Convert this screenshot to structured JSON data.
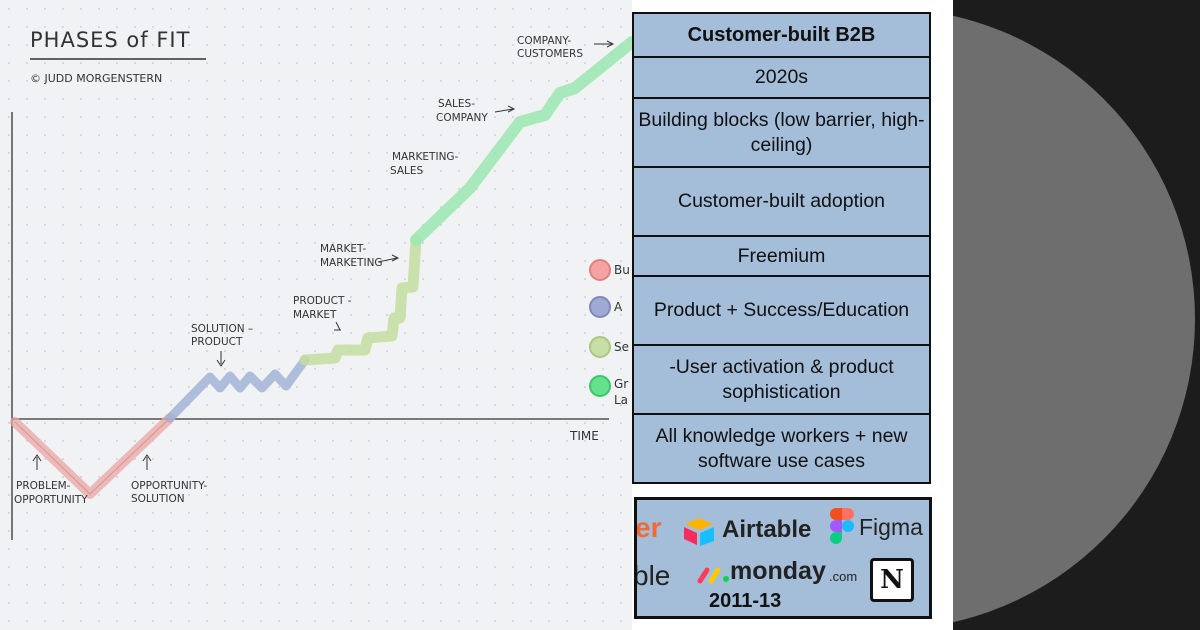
{
  "diagram": {
    "title": "PHASES of FIT",
    "author": "© JUDD MORGENSTERN",
    "axis_time_label": "TIME",
    "labels": {
      "problem_opportunity": [
        "PROBLEM-",
        "OPPORTUNITY"
      ],
      "opportunity_solution": [
        "OPPORTUNITY-",
        "SOLUTION"
      ],
      "solution_product": [
        "SOLUTION –",
        "PRODUCT"
      ],
      "product_market": [
        "PRODUCT -",
        "MARKET"
      ],
      "market_marketing": [
        "MARKET-",
        "MARKETING"
      ],
      "marketing_sales": [
        "MARKETING-",
        "SALES"
      ],
      "sales_company": [
        "SALES-",
        "COMPANY"
      ],
      "company_customers": [
        "COMPANY-",
        "CUSTOMERS"
      ]
    },
    "legend": [
      {
        "text": "Bu",
        "color": "#f2a3a1"
      },
      {
        "text": "A",
        "color": "#9ea9d4"
      },
      {
        "text": "Se",
        "color": "#c7dfa6"
      },
      {
        "text": "Gr",
        "color": "#63e18b",
        "sub": "La"
      }
    ],
    "colors": {
      "red": "#eaa6a6",
      "blue": "#9eafd6",
      "olive": "#c4dea0",
      "green": "#9be8b0"
    }
  },
  "table": {
    "header": "Customer-built B2B",
    "rows": [
      "2020s",
      "Building blocks (low barrier, high-ceiling)",
      "Customer-built adoption",
      "Freemium",
      "Product + Success/Education",
      "-User activation & product sophistication",
      "All knowledge workers + new software use cases"
    ],
    "fill_color": "#a4bdd8"
  },
  "logos": {
    "airtable": "Airtable",
    "figma": "Figma",
    "monday": "monday",
    "monday_suffix": ".com",
    "notion": "N",
    "partial_1": "er",
    "partial_2": "ble",
    "years": "2011-13"
  }
}
